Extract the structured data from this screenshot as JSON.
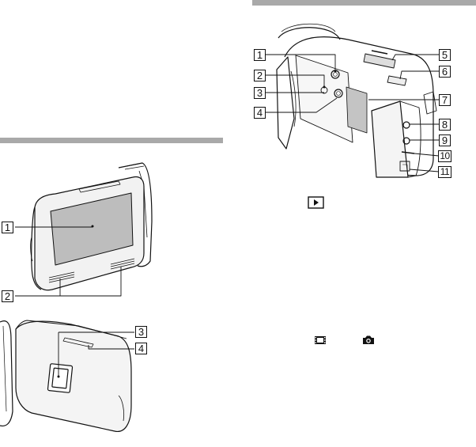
{
  "left_column": {
    "monitor_figure": {
      "callouts": [
        "1",
        "2"
      ]
    },
    "lens_figure": {
      "callouts": [
        "3",
        "4"
      ]
    }
  },
  "right_column": {
    "camera_body_figure": {
      "callouts": [
        "1",
        "2",
        "3",
        "4",
        "5",
        "6",
        "7",
        "8",
        "9",
        "10",
        "11"
      ]
    },
    "inline_icons": {
      "playback": "playback-button-icon",
      "movie": "movie-mode-icon",
      "photo": "photo-mode-icon"
    }
  },
  "colors": {
    "section_rule": "#a9a9a9",
    "line_art": "#111111",
    "screen_grey": "#bdbdbd"
  }
}
